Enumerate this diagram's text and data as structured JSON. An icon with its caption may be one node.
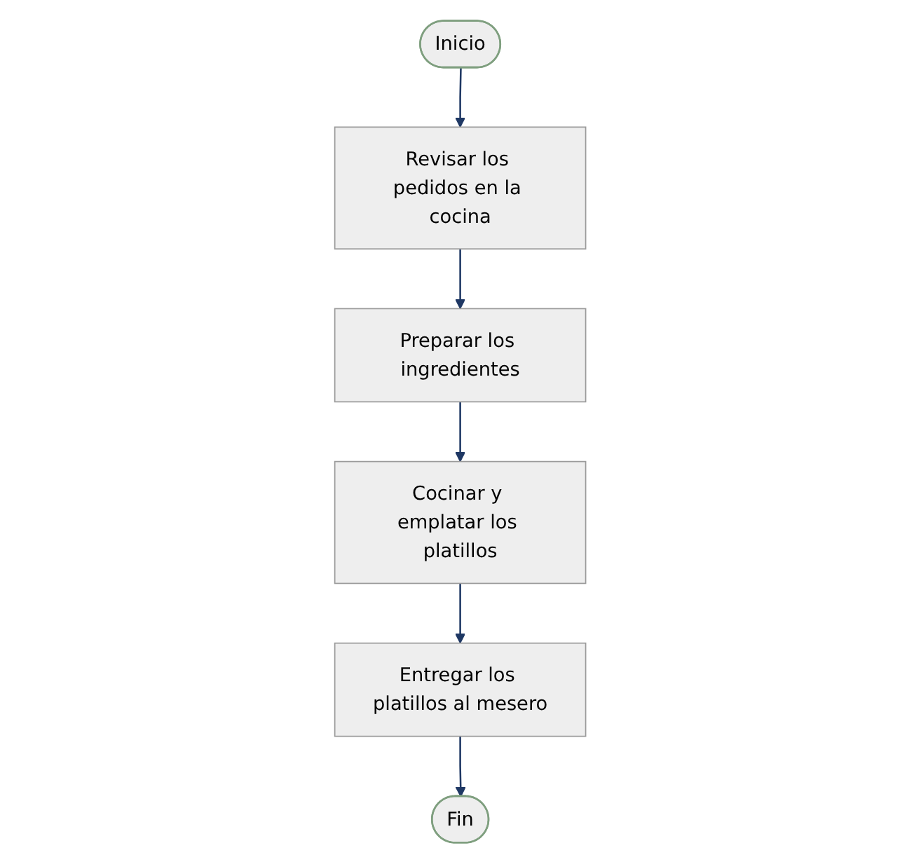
{
  "diagram": {
    "nodes": [
      {
        "text": [
          "Inicio"
        ]
      },
      {
        "text": [
          "Revisar los pedidos en la cocina"
        ]
      },
      {
        "text": [
          "Preparar los ingredientes"
        ]
      },
      {
        "text": [
          "Cocinar y emplatar los platillos"
        ]
      },
      {
        "text": [
          "Entregar los platillos al mesero"
        ]
      },
      {
        "text": [
          "Fin"
        ]
      }
    ],
    "edges": [
      {
        "from": 0,
        "to": 1,
        "arrow": "to"
      },
      {
        "from": 1,
        "to": 2,
        "arrow": "to"
      },
      {
        "from": 2,
        "to": 3,
        "arrow": "to"
      },
      {
        "from": 3,
        "to": 4,
        "arrow": "to"
      },
      {
        "from": 4,
        "to": 5,
        "arrow": "to"
      }
    ]
  }
}
